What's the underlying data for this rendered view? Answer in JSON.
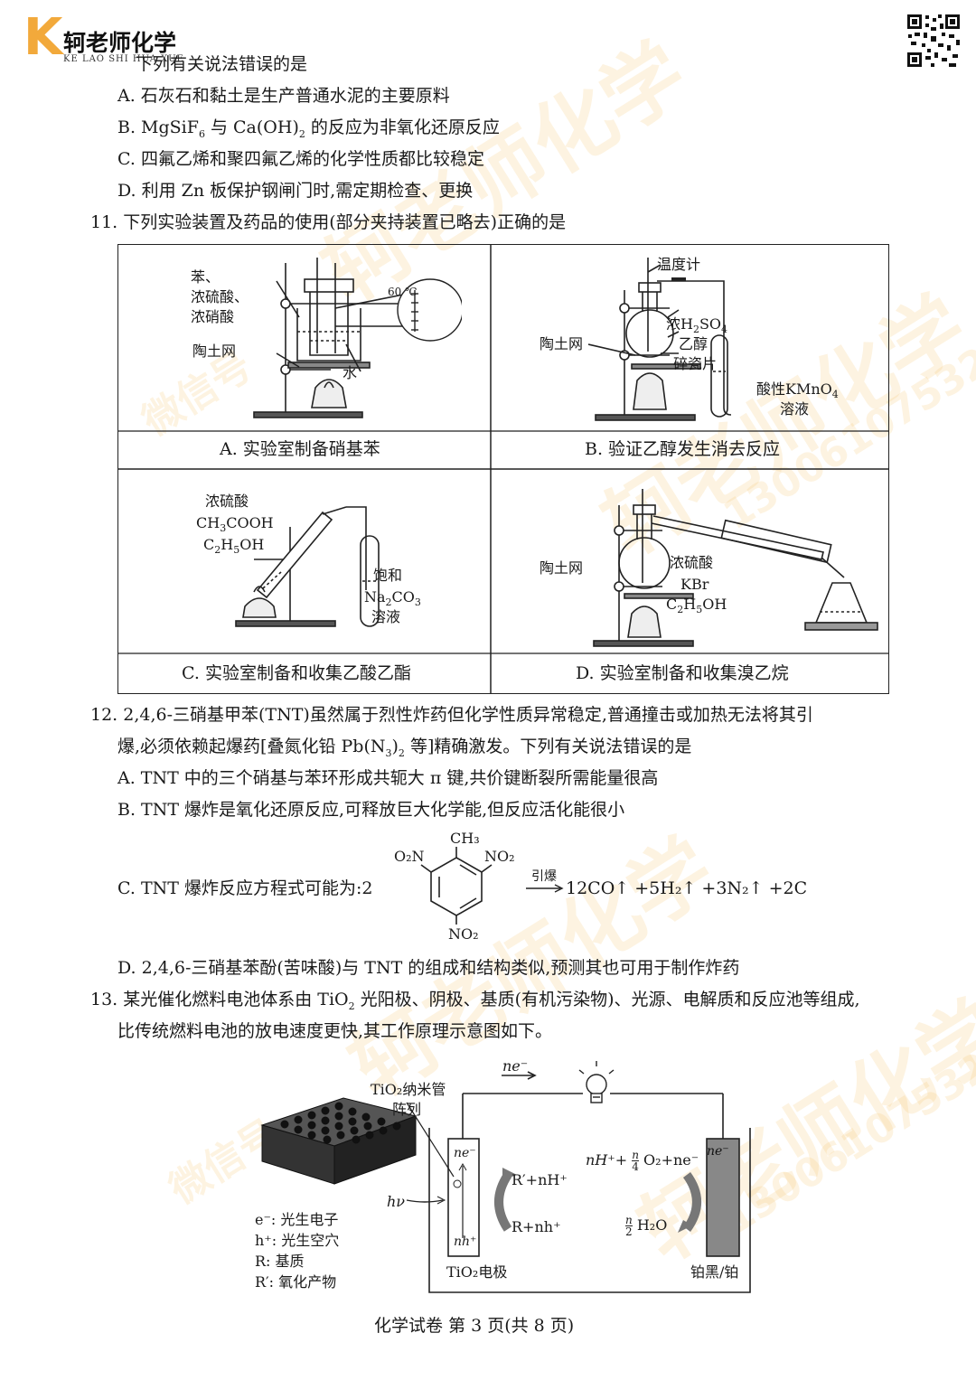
{
  "header": {
    "logo_letter": "K",
    "logo_cn": "轲老师化学",
    "logo_pinyin": "KE LAO SHI HUA XUE"
  },
  "watermark": {
    "brand": "轲老师化学",
    "wechat": "微信号",
    "number": "13006107532",
    "pinyin": "KE LAO SHI HUA XUE"
  },
  "q10": {
    "stem": "下列有关说法错误的是",
    "options": [
      "A. 石灰石和黏土是生产普通水泥的主要原料",
      "B. MgSiF",
      "C. 四氟乙烯和聚四氟乙烯的化学性质都比较稳定",
      "D. 利用 Zn 板保护钢闸门时,需定期检查、更换"
    ],
    "b_sub1": "6",
    "b_mid": " 与 Ca(OH)",
    "b_sub2": "2",
    "b_tail": " 的反应为非氧化还原反应"
  },
  "q11": {
    "stem": "11. 下列实验装置及药品的使用(部分夹持装置已略去)正确的是",
    "captions": [
      "A. 实验室制备硝基苯",
      "B. 验证乙醇发生消去反应",
      "C. 实验室制备和收集乙酸乙酯",
      "D. 实验室制备和收集溴乙烷"
    ],
    "a_labels": {
      "benzene": "苯、",
      "h2so4": "浓硫酸、",
      "hno3": "浓硝酸",
      "net": "陶土网",
      "water": "水",
      "temp": "60 ℃"
    },
    "b_labels": {
      "thermo": "温度计",
      "net": "陶土网",
      "h2so4": "浓H",
      "ethanol": "乙醇",
      "chips": "碎瓷片",
      "kmno4": "酸性KMnO",
      "solution": "溶液"
    },
    "c_labels": {
      "h2so4": "浓硫酸",
      "acid": "CH",
      "acid_tail": "COOH",
      "eth": "C",
      "eth_mid": "H",
      "eth_tail": "OH",
      "sat": "饱和",
      "na2co3": "Na",
      "na_mid": "CO",
      "sol": "溶液"
    },
    "d_labels": {
      "net": "陶土网",
      "h2so4": "浓硫酸",
      "kbr": "KBr",
      "eth": "C",
      "eth_mid": "H",
      "eth_tail": "OH"
    }
  },
  "q12": {
    "stem1": "12. 2,4,6-三硝基甲苯(TNT)虽然属于烈性炸药但化学性质异常稳定,普通撞击或加热无法将其引",
    "stem2a": "爆,必须依赖起爆药[叠氮化铅 Pb(N",
    "stem2b": "3",
    "stem2c": ")",
    "stem2d": "2",
    "stem2e": " 等]精确激发。下列有关说法错误的是",
    "optA": "A. TNT 中的三个硝基与苯环形成共轭大 π 键,共价键断裂所需能量很高",
    "optB": "B. TNT 爆炸是氧化还原反应,可释放巨大化学能,但反应活化能很小",
    "optC": "C. TNT 爆炸反应方程式可能为:2",
    "arrow_label": "引爆",
    "products": "12CO↑ +5H₂↑ +3N₂↑ +2C",
    "ch3": "CH₃",
    "o2n": "O₂N",
    "no2_right": "NO₂",
    "no2_bottom": "NO₂",
    "optD": "D. 2,4,6-三硝基苯酚(苦味酸)与 TNT 的组成和结构类似,预测其也可用于制作炸药"
  },
  "q13": {
    "stem1a": "13. 某光催化燃料电池体系由 TiO",
    "stem1b": "2",
    "stem1c": " 光阳极、阴极、基质(有机污染物)、光源、电解质和反应池等组成,",
    "stem2": "比传统燃料电池的放电速度更快,其工作原理示意图如下。",
    "labels": {
      "ne_top": "ne⁻",
      "tube": "TiO₂纳米管",
      "tube2": "阵列",
      "hv": "hν",
      "anode_ne": "ne⁻",
      "anode_nh": "nh⁺",
      "r_prime": "R′+nH⁺",
      "r_nh": "R+nh⁺",
      "o2_react": "nH⁺+",
      "o2_frac_n": "n",
      "o2_frac_d": "4",
      "o2_tail": "O₂+ne⁻",
      "h2o_frac_n": "n",
      "h2o_frac_d": "2",
      "h2o": "H₂O",
      "cathode_ne": "ne⁻",
      "anode_name": "TiO₂电极",
      "cathode_name": "铂黑/铂"
    },
    "legend": [
      "e⁻:  光生电子",
      "h⁺:  光生空穴",
      "R:  基质",
      "R′:  氧化产物"
    ]
  },
  "footer": "化学试卷    第 3 页(共 8 页)"
}
